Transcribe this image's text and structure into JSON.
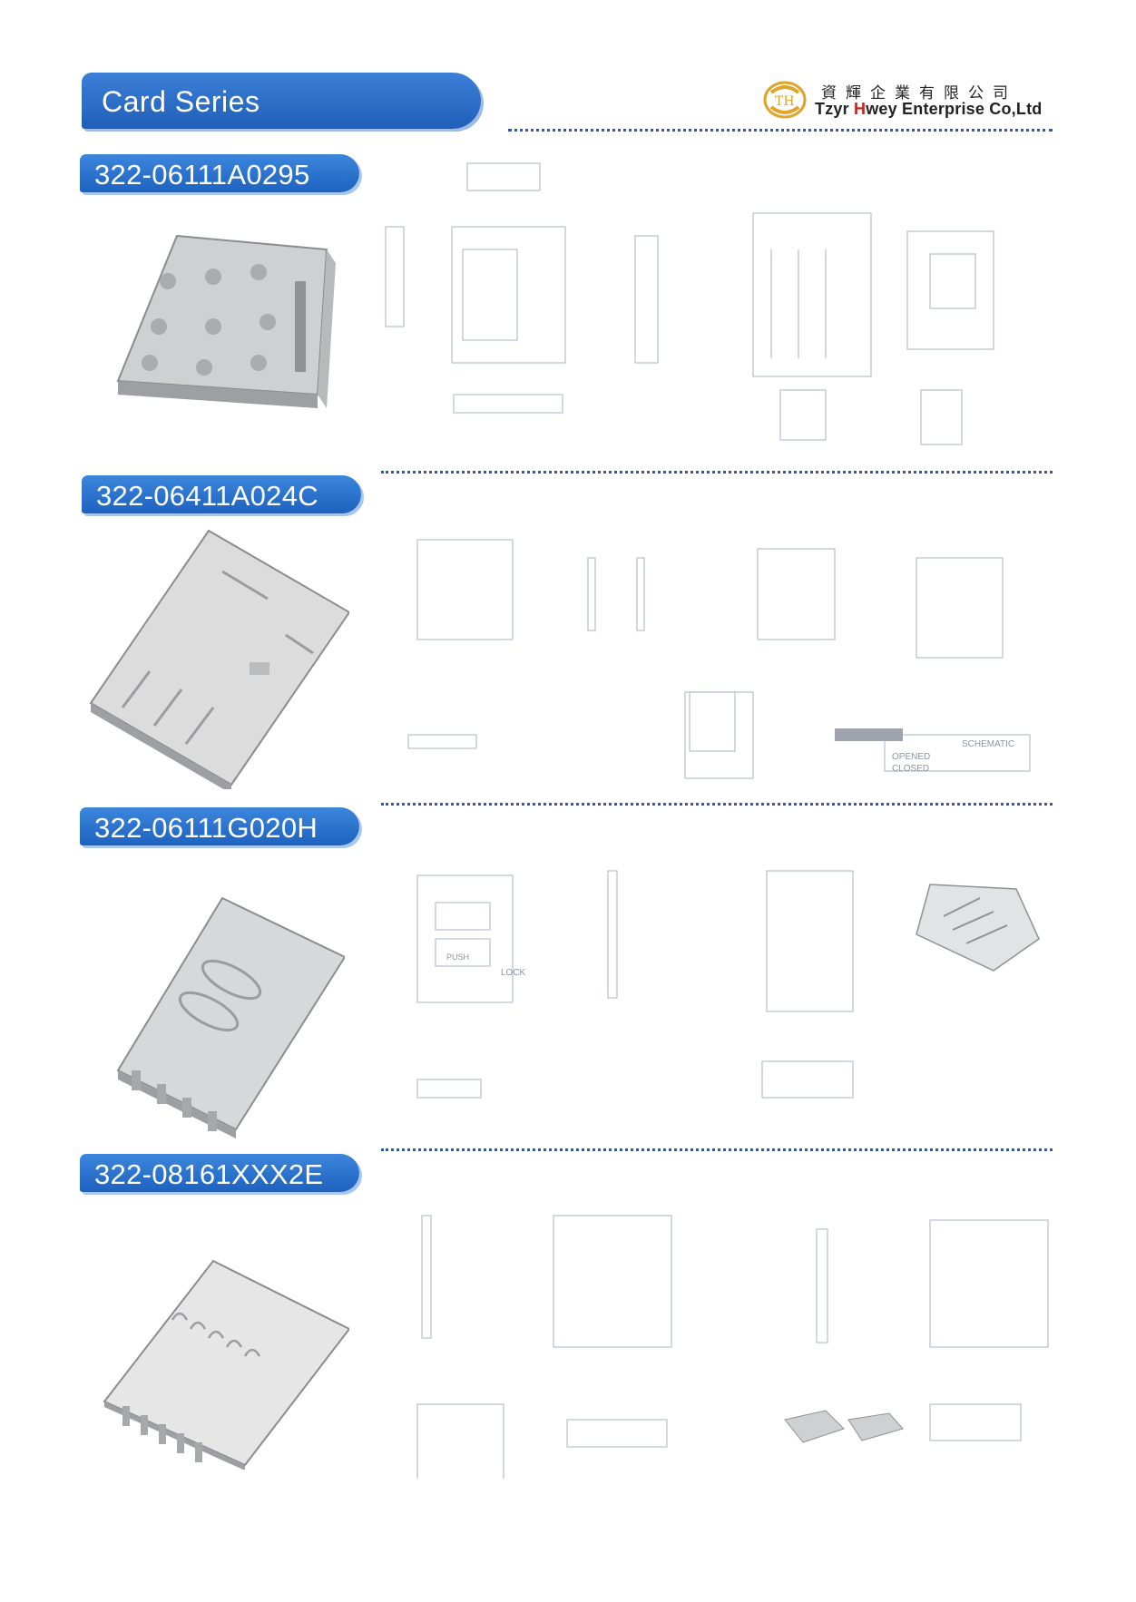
{
  "header": {
    "series_title": "Card Series",
    "company_cn": "資輝企業有限公司",
    "company_en_prefix": "Tzyr ",
    "company_en_highlight": "H",
    "company_en_suffix": "wey Enterprise Co,Ltd",
    "logo_icon": "tzyr-hwey-logo-icon"
  },
  "products": [
    {
      "part_number": "322-06111A0295",
      "image_icon": "sim-card-connector-icon"
    },
    {
      "part_number": "322-06411A024C",
      "image_icon": "sim-card-connector-icon"
    },
    {
      "part_number": "322-06111G020H",
      "image_icon": "sim-card-connector-icon"
    },
    {
      "part_number": "322-08161XXX2E",
      "image_icon": "micro-sd-connector-icon"
    }
  ],
  "drawing_labels": {
    "lock": "LOCK",
    "push": "PUSH",
    "opened": "OPENED",
    "closed": "CLOSED",
    "schematic": "SCHEMATIC"
  },
  "colors": {
    "banner_blue": "#1f5fb8",
    "dots_blue": "#2d5ba8",
    "brand_red": "#c8211e",
    "logo_gold": "#e0a42a"
  }
}
